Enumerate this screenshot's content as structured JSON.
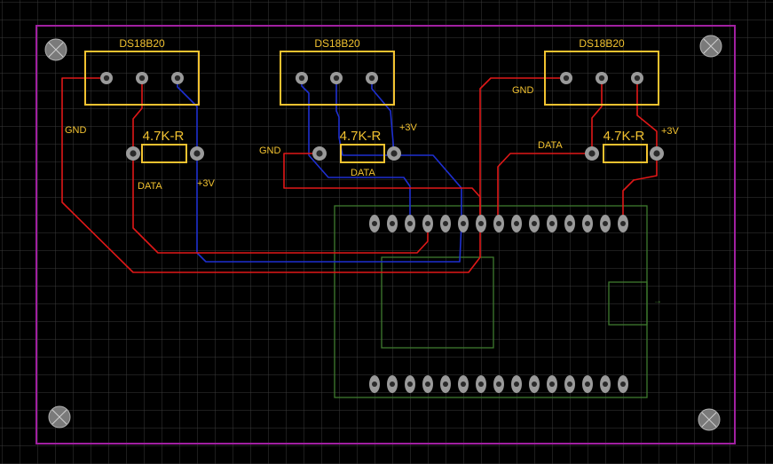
{
  "sensors": [
    {
      "ref": "DS18B20"
    },
    {
      "ref": "DS18B20"
    },
    {
      "ref": "DS18B20"
    }
  ],
  "resistors": [
    {
      "value": "4.7K-R"
    },
    {
      "value": "4.7K-R"
    },
    {
      "value": "4.7K-R"
    }
  ],
  "net_labels": {
    "s1_gnd": "GND",
    "s1_data": "DATA",
    "s1_vcc": "+3V",
    "s2_gnd": "GND",
    "s2_data": "DATA",
    "s2_vcc": "+3V",
    "s3_gnd": "GND",
    "s3_data": "DATA",
    "s3_vcc": "+3V"
  },
  "module_arrow": "→",
  "colors": {
    "background": "#000000",
    "grid": "#3c3c3c",
    "board_outline": "#a020a0",
    "silkscreen": "#f2c230",
    "top_copper": "#e01818",
    "bottom_copper": "#1e2fd0",
    "module_outline": "#3f7a2e",
    "pad": "#9a9a9a"
  },
  "icons": {
    "mounting_hole": "mounting-hole-icon"
  }
}
